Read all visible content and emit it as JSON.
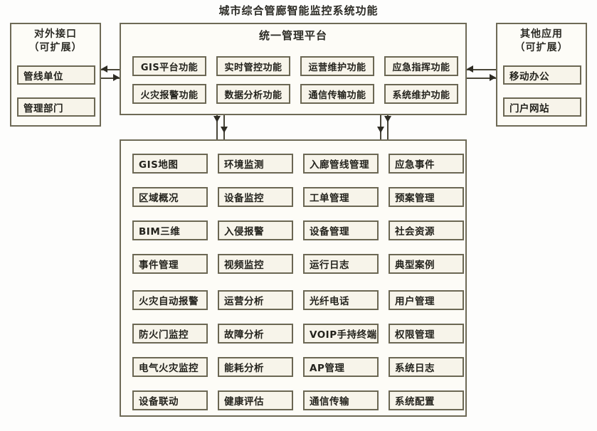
{
  "title": "城市综合管廊智能监控系统功能",
  "left_panel": {
    "title_line1": "对外接口",
    "title_line2": "（可扩展）",
    "items": [
      {
        "label": "管线单位"
      },
      {
        "label": "管理部门"
      }
    ]
  },
  "right_panel": {
    "title_line1": "其他应用",
    "title_line2": "（可扩展）",
    "items": [
      {
        "label": "移动办公"
      },
      {
        "label": "门户网站"
      }
    ]
  },
  "platform_panel": {
    "title": "统一管理平台",
    "rows": [
      [
        {
          "label": "GIS平台功能"
        },
        {
          "label": "实时管控功能"
        },
        {
          "label": "运营维护功能"
        },
        {
          "label": "应急指挥功能"
        }
      ],
      [
        {
          "label": "火灾报警功能"
        },
        {
          "label": "数据分析功能"
        },
        {
          "label": "通信传输功能"
        },
        {
          "label": "系统维护功能"
        }
      ]
    ]
  },
  "grid_panel": {
    "rows": [
      [
        {
          "label": "GIS地图"
        },
        {
          "label": "环境监测"
        },
        {
          "label": "入廊管线管理"
        },
        {
          "label": "应急事件"
        }
      ],
      [
        {
          "label": "区域概况"
        },
        {
          "label": "设备监控"
        },
        {
          "label": "工单管理"
        },
        {
          "label": "预案管理"
        }
      ],
      [
        {
          "label": "BIM三维"
        },
        {
          "label": "入侵报警"
        },
        {
          "label": "设备管理"
        },
        {
          "label": "社会资源"
        }
      ],
      [
        {
          "label": "事件管理"
        },
        {
          "label": "视频监控"
        },
        {
          "label": "运行日志"
        },
        {
          "label": "典型案例"
        }
      ],
      [
        {
          "label": "火灾自动报警"
        },
        {
          "label": "运营分析"
        },
        {
          "label": "光纤电话"
        },
        {
          "label": "用户管理"
        }
      ],
      [
        {
          "label": "防火门监控"
        },
        {
          "label": "故障分析"
        },
        {
          "label": "VOIP手持终端"
        },
        {
          "label": "权限管理"
        }
      ],
      [
        {
          "label": "电气火灾监控"
        },
        {
          "label": "能耗分析"
        },
        {
          "label": "AP管理"
        },
        {
          "label": "系统日志"
        }
      ],
      [
        {
          "label": "设备联动"
        },
        {
          "label": "健康评估"
        },
        {
          "label": "通信传输"
        },
        {
          "label": "系统配置"
        }
      ]
    ]
  },
  "connectors": {
    "left_link": "双向连接：对外接口 ↔ 统一管理平台",
    "right_link": "双向连接：统一管理平台 ↔ 其他应用",
    "down_link_left": "统一管理平台 → 功能模块",
    "down_link_right": "统一管理平台 → 功能模块"
  },
  "colors": {
    "page_background": "#fdfdfc",
    "box_fill": "#f7f4ea",
    "border": "#6b6753",
    "text": "#23221c"
  }
}
